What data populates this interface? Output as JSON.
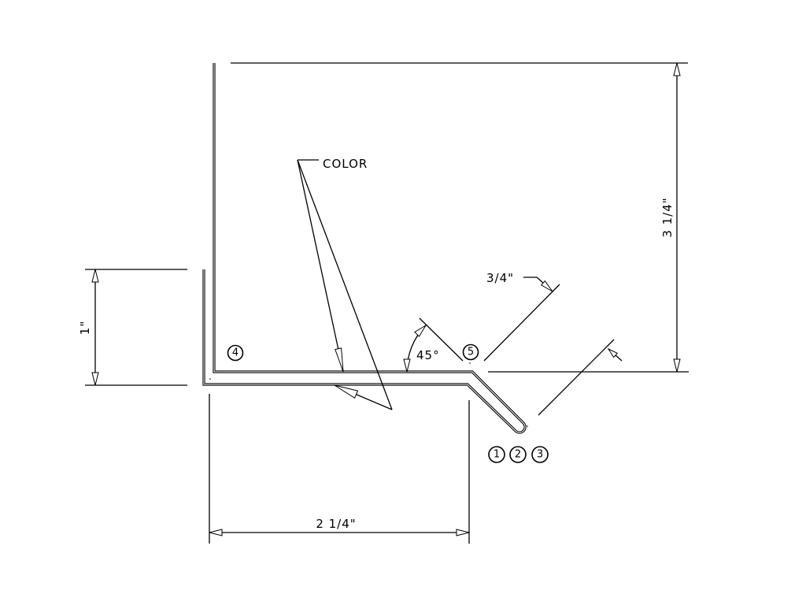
{
  "drawing": {
    "title": "Flashing profile detail",
    "color_note": "COLOR",
    "dimensions": {
      "height": "3 1/4\"",
      "width": "2 1/4\"",
      "left_leg": "1\"",
      "hem": "3/4\"",
      "angle": "45°"
    },
    "callouts": {
      "c1": "1",
      "c2": "2",
      "c3": "3",
      "c4": "4",
      "c5": "5"
    },
    "line_color": "#000000",
    "background": "#ffffff"
  }
}
